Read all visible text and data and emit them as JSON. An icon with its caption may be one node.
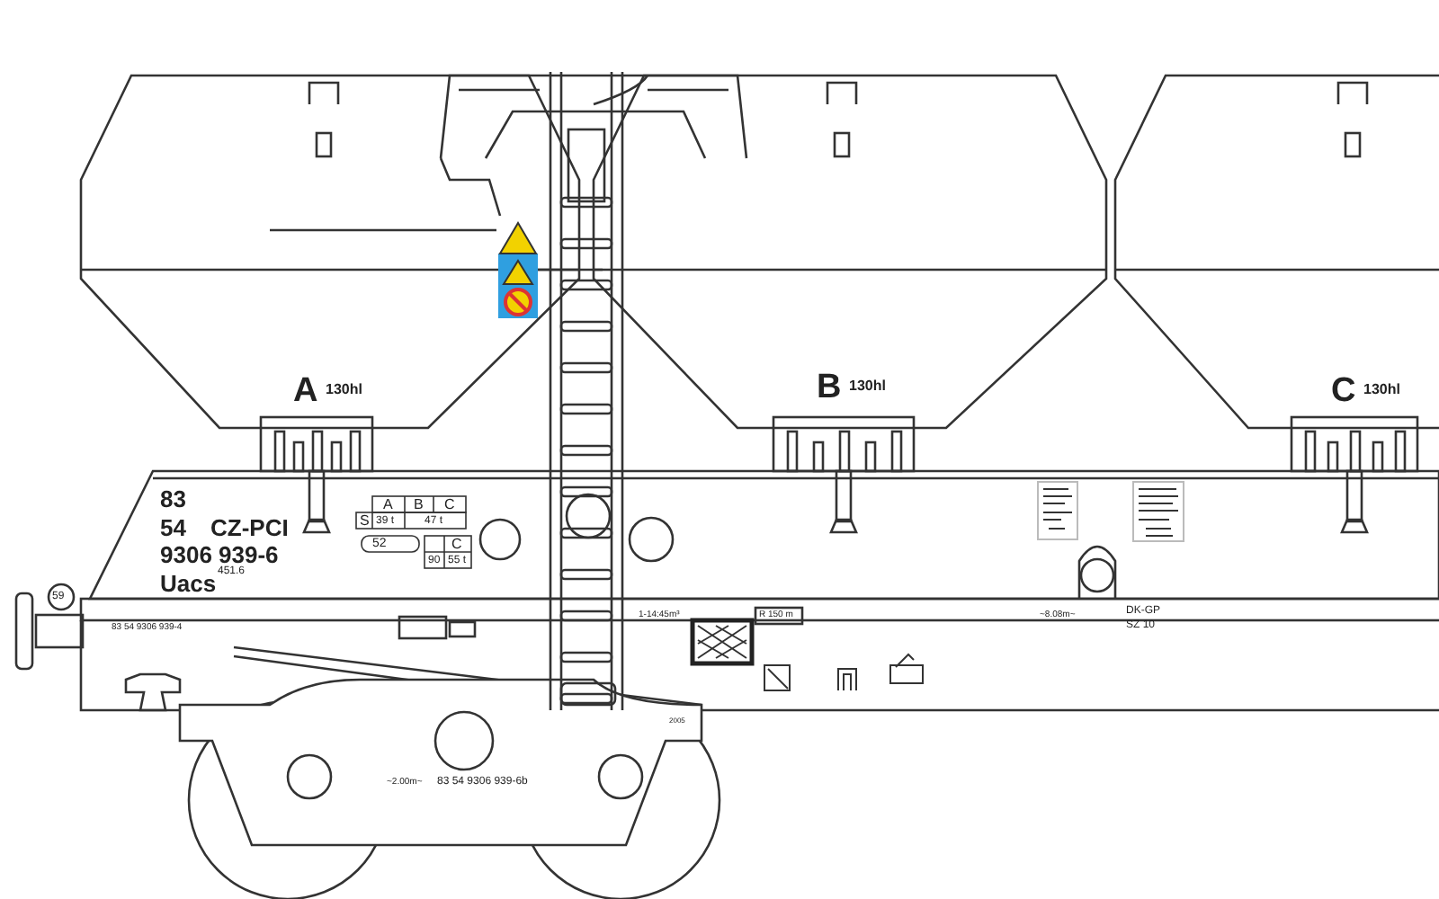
{
  "diagram": {
    "labels": [
      "A",
      "130hl",
      "B",
      "130hl",
      "C",
      "130hl",
      "83",
      "54",
      "CZ-PCI",
      "9306 939-6",
      "Uacs",
      "451.6",
      "A",
      "B",
      "C",
      "S",
      "39 t",
      "47 t",
      "52",
      "C",
      "90",
      "55 t",
      "59",
      "83 54 9306 939-4",
      "1-14:45m³",
      "R 150 m",
      "~8.08m~",
      "DK-GP",
      "SZ 10",
      "~2.00m~",
      "83 54 9306 939-6b",
      "2005"
    ]
  }
}
